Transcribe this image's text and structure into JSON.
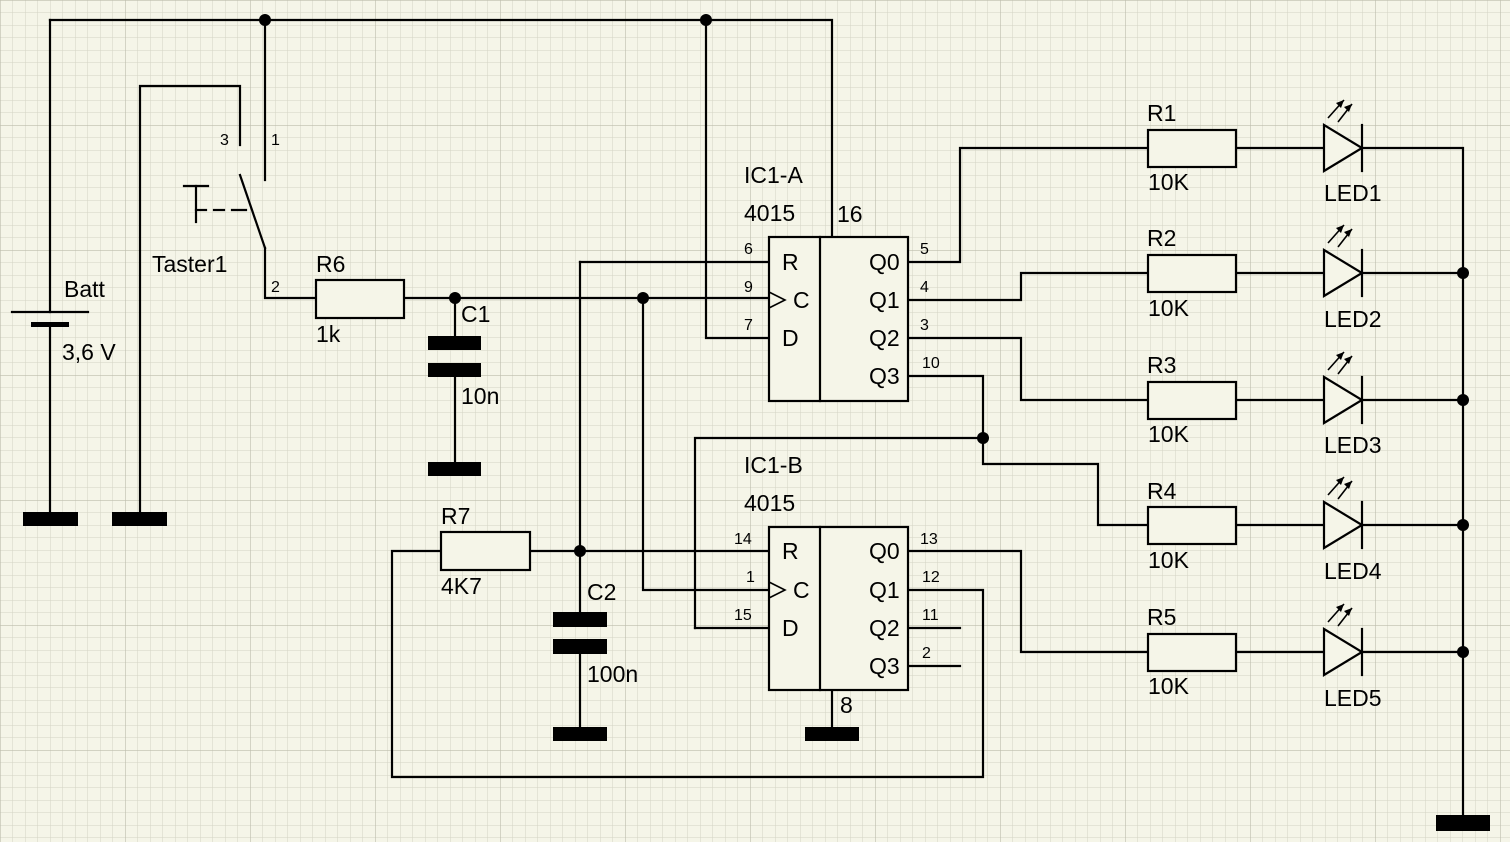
{
  "colors": {
    "background": "#f5f5e8",
    "grid_minor": "#d4d4c4",
    "grid_major": "#bcbcac",
    "line": "#000000"
  },
  "battery": {
    "name": "Batt",
    "value": "3,6 V"
  },
  "switch": {
    "name": "Taster1",
    "pin1": "1",
    "pin2": "2",
    "pin3": "3"
  },
  "resistors": {
    "r1": {
      "name": "R1",
      "value": "10K"
    },
    "r2": {
      "name": "R2",
      "value": "10K"
    },
    "r3": {
      "name": "R3",
      "value": "10K"
    },
    "r4": {
      "name": "R4",
      "value": "10K"
    },
    "r5": {
      "name": "R5",
      "value": "10K"
    },
    "r6": {
      "name": "R6",
      "value": "1k"
    },
    "r7": {
      "name": "R7",
      "value": "4K7"
    }
  },
  "capacitors": {
    "c1": {
      "name": "C1",
      "value": "10n"
    },
    "c2": {
      "name": "C2",
      "value": "100n"
    }
  },
  "leds": {
    "led1": "LED1",
    "led2": "LED2",
    "led3": "LED3",
    "led4": "LED4",
    "led5": "LED5"
  },
  "ic_a": {
    "name": "IC1-A",
    "part": "4015",
    "vcc_pin": "16",
    "in_labels": {
      "r": "R",
      "c": "C",
      "d": "D"
    },
    "in_pins": {
      "r": "6",
      "c": "9",
      "d": "7"
    },
    "out_labels": {
      "q0": "Q0",
      "q1": "Q1",
      "q2": "Q2",
      "q3": "Q3"
    },
    "out_pins": {
      "q0": "5",
      "q1": "4",
      "q2": "3",
      "q3": "10"
    }
  },
  "ic_b": {
    "name": "IC1-B",
    "part": "4015",
    "gnd_pin": "8",
    "in_labels": {
      "r": "R",
      "c": "C",
      "d": "D"
    },
    "in_pins": {
      "r": "14",
      "c": "1",
      "d": "15"
    },
    "out_labels": {
      "q0": "Q0",
      "q1": "Q1",
      "q2": "Q2",
      "q3": "Q3"
    },
    "out_pins": {
      "q0": "13",
      "q1": "12",
      "q2": "11",
      "q3": "2"
    }
  }
}
